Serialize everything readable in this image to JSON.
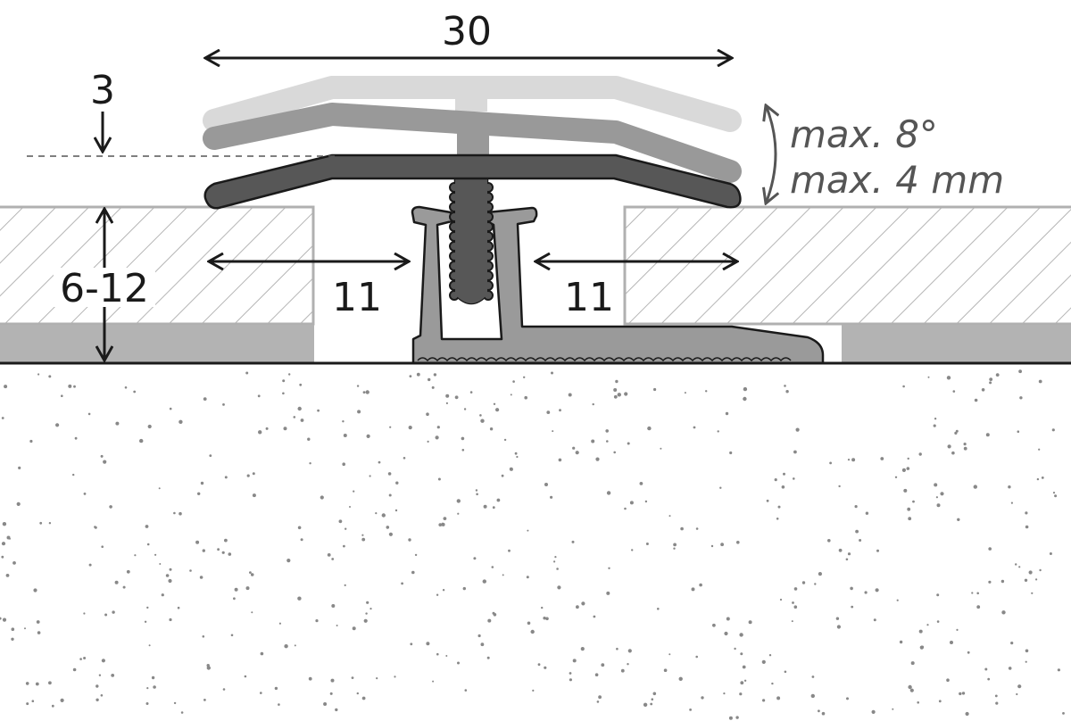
{
  "dimensions": {
    "total_width": "30",
    "cap_thickness": "3",
    "height_range": "6-12",
    "left_gap": "11",
    "right_gap": "11",
    "max_angle": "max. 8°",
    "max_offset": "max. 4 mm"
  },
  "colors": {
    "cap_dark": "#575757",
    "cap_mid": "#999999",
    "cap_light": "#d9d9d9",
    "base": "#9a9a9a",
    "underlay": "#b3b3b3",
    "hatch": "#b0b0b0",
    "ink": "#1a1a1a"
  }
}
